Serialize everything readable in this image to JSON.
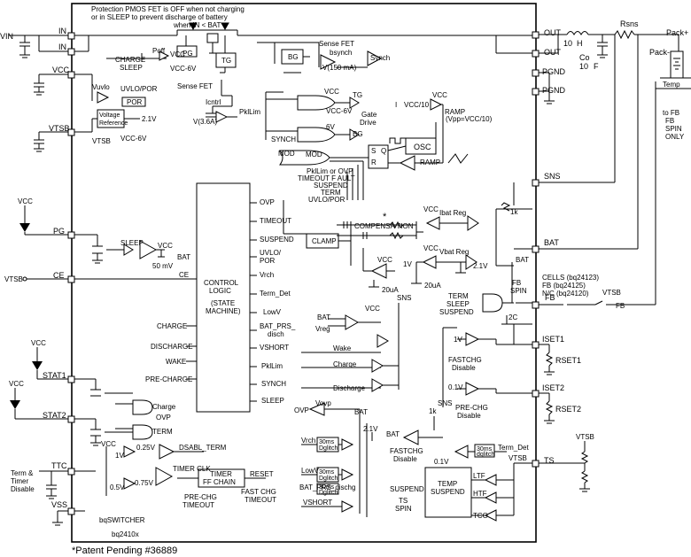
{
  "title_note": {
    "line1": "Protection PMOS FET is OFF when not charging",
    "line2": "or in SLEEP to prevent discharge of battery",
    "line3": "when IN < BAT"
  },
  "footer": {
    "patent": "*Patent Pending #36889",
    "product": "bqSWITCHER",
    "part": "bq2410x"
  },
  "pins_left": {
    "in1": "IN",
    "in2": "IN",
    "vcc": "VCC",
    "vtsb": "VTSB",
    "pg": "PG",
    "ce": "CE",
    "stat1": "STAT1",
    "stat2": "STAT2",
    "ttc": "TTC",
    "vss": "VSS"
  },
  "pins_right": {
    "out1": "OUT",
    "out2": "OUT",
    "pgnd1": "PGND",
    "pgnd2": "PGND",
    "sns": "SNS",
    "bat": "BAT",
    "fb": "FB",
    "iset1": "ISET1",
    "iset2": "ISET2",
    "ts": "TS"
  },
  "external": {
    "vin": "VIN",
    "vcc": "VCC",
    "vtsb": "VTSB",
    "inductor_val": "10",
    "inductor_unit": "H",
    "cap_val": "10",
    "cap_unit": "F",
    "co": "Co",
    "rsns": "Rsns",
    "pack_plus": "Pack+",
    "pack_minus": "Pack-",
    "temp": "Temp",
    "to_fb": "to FB",
    "fb_spin": "FB",
    "spin_only": "SPIN",
    "only": "ONLY",
    "rset1": "RSET1",
    "rset2": "RSET2",
    "cells": "CELLS (bq24123)",
    "fb_bq": "FB (bq24125)",
    "nc_bq": "N/C (bq24120)",
    "fb_label": "FB",
    "term_timer": "Term &",
    "timer": "Timer",
    "disable": "Disable"
  },
  "top": {
    "charge": "CHARGE",
    "sleep": "SLEEP",
    "poff": "Poff",
    "vcc": "VCC",
    "vcc6v": "VCC-6V",
    "pg": "PG",
    "tg": "TG",
    "sense_fet": "Sense FET",
    "sense_fet2": "Sense FET",
    "bsynch": "bsynch",
    "bg": "BG",
    "synch": "Synch",
    "v150": "V(150 mA)",
    "icntrl": "Icntrl",
    "pklim": "PklLim",
    "v36": "V(3.6A)",
    "uvlo_por": "UVLO/POR",
    "por": "POR",
    "vuvlo": "Vuvlo",
    "vref1": "Voltage",
    "vref2": "Reference",
    "v21": "2.1V",
    "vtsb": "VTSB",
    "vcc6v2": "VCC-6V"
  },
  "driver": {
    "vcc": "VCC",
    "vcc6v": "VCC-6V",
    "tg": "TG",
    "gate1": "Gate",
    "gate2": "Drive",
    "synch": "SYNCH",
    "sixv": "6V",
    "bg": "BG",
    "mod": "MOD",
    "mod2": "MOD",
    "osc": "OSC",
    "ramp": "RAMP",
    "ramp2": "RAMP",
    "i_vcc": "I",
    "vcc10": "VCC/10",
    "vpp": "(Vpp=VCC/10)",
    "vcc2": "VCC",
    "s": "S",
    "r": "R",
    "q": "Q"
  },
  "or_inputs": [
    "PklLim or OVP",
    "TIMEOUT F AULT",
    "SUSPEND",
    "TERM",
    "UVLO/POR"
  ],
  "control_logic": {
    "title1": "CONTROL",
    "title2": "LOGIC",
    "title3": "(STATE",
    "title4": "MACHINE)",
    "inputs": [
      "OVP",
      "TIMEOUT",
      "SUSPEND",
      "UVLO/",
      "POR",
      "Vrch",
      "Term_Det",
      "LowV",
      "BAT_PRS_",
      "disch",
      "VSHORT",
      "PklLim",
      "SYNCH",
      "SLEEP"
    ],
    "outputs": [
      "CHARGE",
      "DISCHARGE",
      "WAKE",
      "PRE-CHARGE"
    ]
  },
  "regulation": {
    "compensation": "COMPENSA TION",
    "asterisk": "*",
    "clamp": "CLAMP",
    "ibat_reg": "Ibat Reg",
    "vbat_reg": "Vbat Reg",
    "vcc1": "VCC",
    "vcc2": "VCC",
    "onek": "1k",
    "v21": "2.1V",
    "vcc3": "VCC",
    "onev": "1V",
    "ua1": "20uA",
    "ua2": "20uA",
    "term": "TERM",
    "sleep": "SLEEP",
    "suspend": "SUSPEND",
    "fb": "FB",
    "spin": "SPIN",
    "bat": "BAT",
    "twoc": "2C"
  },
  "mid_left": {
    "sleep": "SLEEP",
    "vcc": "VCC",
    "bat": "BAT",
    "mv50": "50 mV",
    "bat2": "BAT",
    "vreg": "Vreg",
    "vcc2": "VCC",
    "sns": "SNS",
    "wake": "Wake",
    "charge": "Charge",
    "discharge": "Discharge",
    "charge2": "Charge",
    "ovp": "OVP",
    "term": "TERM"
  },
  "timer": {
    "vcc": "VCC",
    "onev": "1V",
    "v05": "0.5V",
    "v025": "0.25V",
    "v075": "0.75V",
    "dsabl": "DSABL_TERM",
    "timer_clk": "TIMER CLK",
    "chain1": "TIMER",
    "chain2": "FF CHAIN",
    "reset": "RESET",
    "pre1": "PRE-CHG",
    "pre2": "TIMEOUT",
    "fast1": "FAST CHG",
    "fast2": "TIMEOUT"
  },
  "lower_center": {
    "ovp": "OVP",
    "vovp": "Vovp",
    "bat": "BAT",
    "v21": "2.1V",
    "vrch": "Vrch",
    "lowv": "LowV",
    "bat_prs": "BAT_PRS_dischg",
    "vshort": "VSHORT",
    "deg1": "30ms",
    "deg2": "Dglitch",
    "deg3": "30ms",
    "deg4": "Dglitch",
    "deg5": "30ms",
    "deg6": "Dglitch"
  },
  "lower_right": {
    "onev": "1V",
    "fastchg": "FASTCHG",
    "disable": "Disable",
    "v01": "0.1V",
    "prechg": "PRE-CHG",
    "disable2": "Disable",
    "sns": "SNS",
    "onek": "1k",
    "bat": "BAT",
    "fastchg2": "FASTCHG",
    "disable3": "Disable",
    "v01b": "0.1V",
    "dg1": "30ms",
    "dg2": "dglitch",
    "term_det": "Term_Det",
    "suspend": "SUSPEND",
    "ts": "TS",
    "spin": "SPIN",
    "temp1": "TEMP",
    "temp2": "SUSPEND",
    "ltf": "LTF",
    "htf": "HTF",
    "tco": "TCO",
    "vtsb": "VTSB"
  }
}
